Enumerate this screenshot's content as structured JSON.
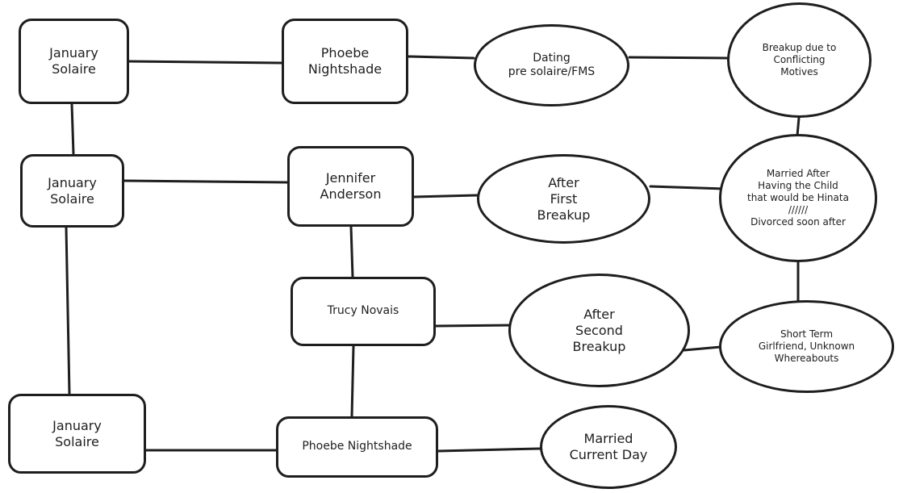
{
  "diagram": {
    "nodes": {
      "january_solaire_1": "January\nSolaire",
      "january_solaire_2": "January\nSolaire",
      "january_solaire_3": "January\nSolaire",
      "phoebe_nightshade_1": "Phoebe\nNightshade",
      "jennifer_anderson": "Jennifer\nAnderson",
      "trucy_novais": "Trucy Novais",
      "phoebe_nightshade_2": "Phoebe Nightshade",
      "dating_pre_solaire": "Dating\npre solaire/FMS",
      "after_first_breakup": "After\nFirst\nBreakup",
      "after_second_breakup": "After\nSecond\nBreakup",
      "married_current_day": "Married\nCurrent Day",
      "breakup_conflicting_motives": "Breakup due to\nConflicting\nMotives",
      "married_after_child": "Married After\nHaving the Child\nthat would be Hinata\n//////\nDivorced soon after",
      "short_term_girlfriend": "Short Term\nGirlfriend, Unknown\nWhereabouts"
    }
  }
}
